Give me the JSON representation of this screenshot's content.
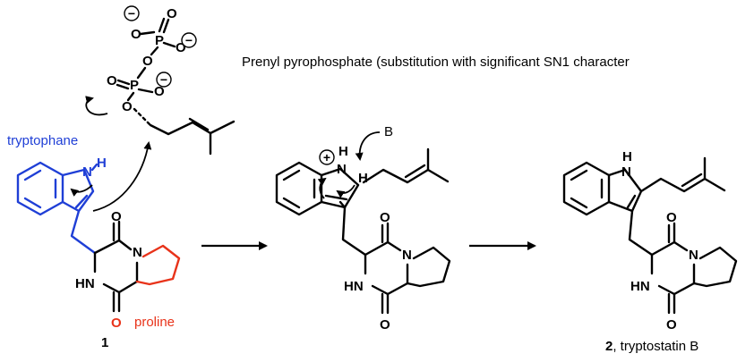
{
  "reagent_note": "Prenyl pyrophosphate (substitution with significant SN1 character",
  "labels": {
    "tryptophane": "tryptophane",
    "proline": "proline",
    "base": "B",
    "compound1_number": "1",
    "compound2_number": "2",
    "compound2_name": ", tryptostatin B"
  },
  "atoms": {
    "O": "O",
    "P": "P",
    "N": "N",
    "H": "H",
    "NH": "NH",
    "HN": "HN"
  },
  "charges": {
    "minus": "−",
    "plus": "+"
  },
  "colors": {
    "tryptophane": "#1f3fd6",
    "proline": "#e8331a",
    "default": "#000000"
  }
}
